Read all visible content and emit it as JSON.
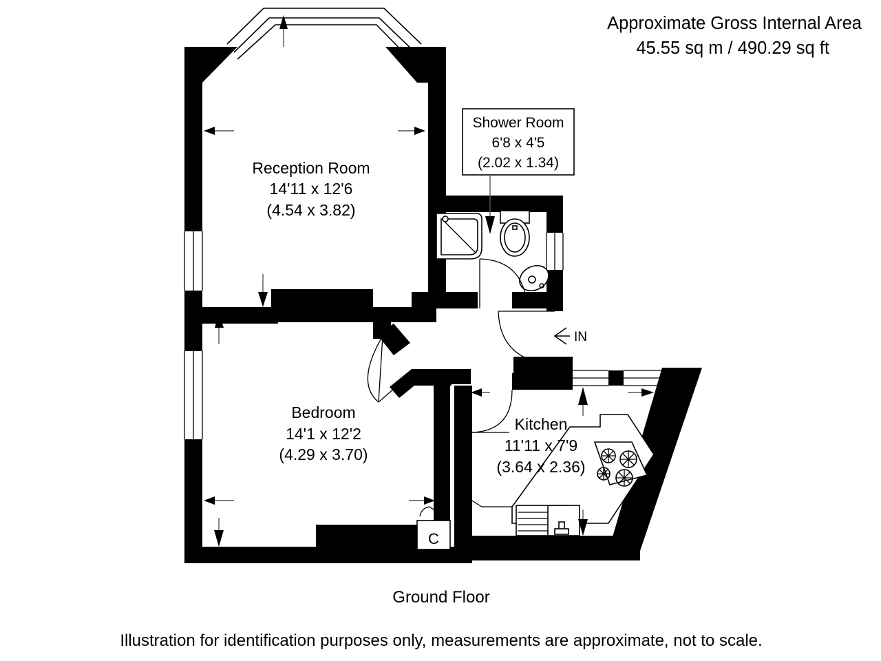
{
  "header": {
    "line1": "Approximate Gross Internal Area",
    "line2": "45.55 sq m / 490.29 sq ft"
  },
  "rooms": [
    {
      "key": "reception",
      "name": "Reception Room",
      "dim_imperial": "14'11 x 12'6",
      "dim_metric": "(4.54 x 3.82)"
    },
    {
      "key": "bedroom",
      "name": "Bedroom",
      "dim_imperial": "14'1 x 12'2",
      "dim_metric": "(4.29 x 3.70)"
    },
    {
      "key": "kitchen",
      "name": "Kitchen",
      "dim_imperial": "11'11 x 7'9",
      "dim_metric": "(3.64 x 2.36)"
    },
    {
      "key": "shower",
      "name": "Shower Room",
      "dim_imperial": "6'8 x 4'5",
      "dim_metric": "(2.02 x 1.34)"
    }
  ],
  "markers": {
    "entrance_label": "IN",
    "cupboard_label": "C"
  },
  "floor_label": "Ground Floor",
  "footer": "Illustration for identification purposes only, measurements are approximate, not to scale.",
  "colors": {
    "wall": "#000000",
    "background": "#ffffff",
    "text": "#000000",
    "leader": "#555555"
  },
  "icons": {
    "shower_tray": "shower-tray-icon",
    "toilet": "toilet-icon",
    "basin": "basin-icon",
    "hob": "hob-icon",
    "sink": "sink-icon",
    "drainer": "drainer-icon",
    "door_swing": "door-swing-icon",
    "entrance_arrow": "entrance-arrow-icon",
    "window": "window-icon"
  }
}
